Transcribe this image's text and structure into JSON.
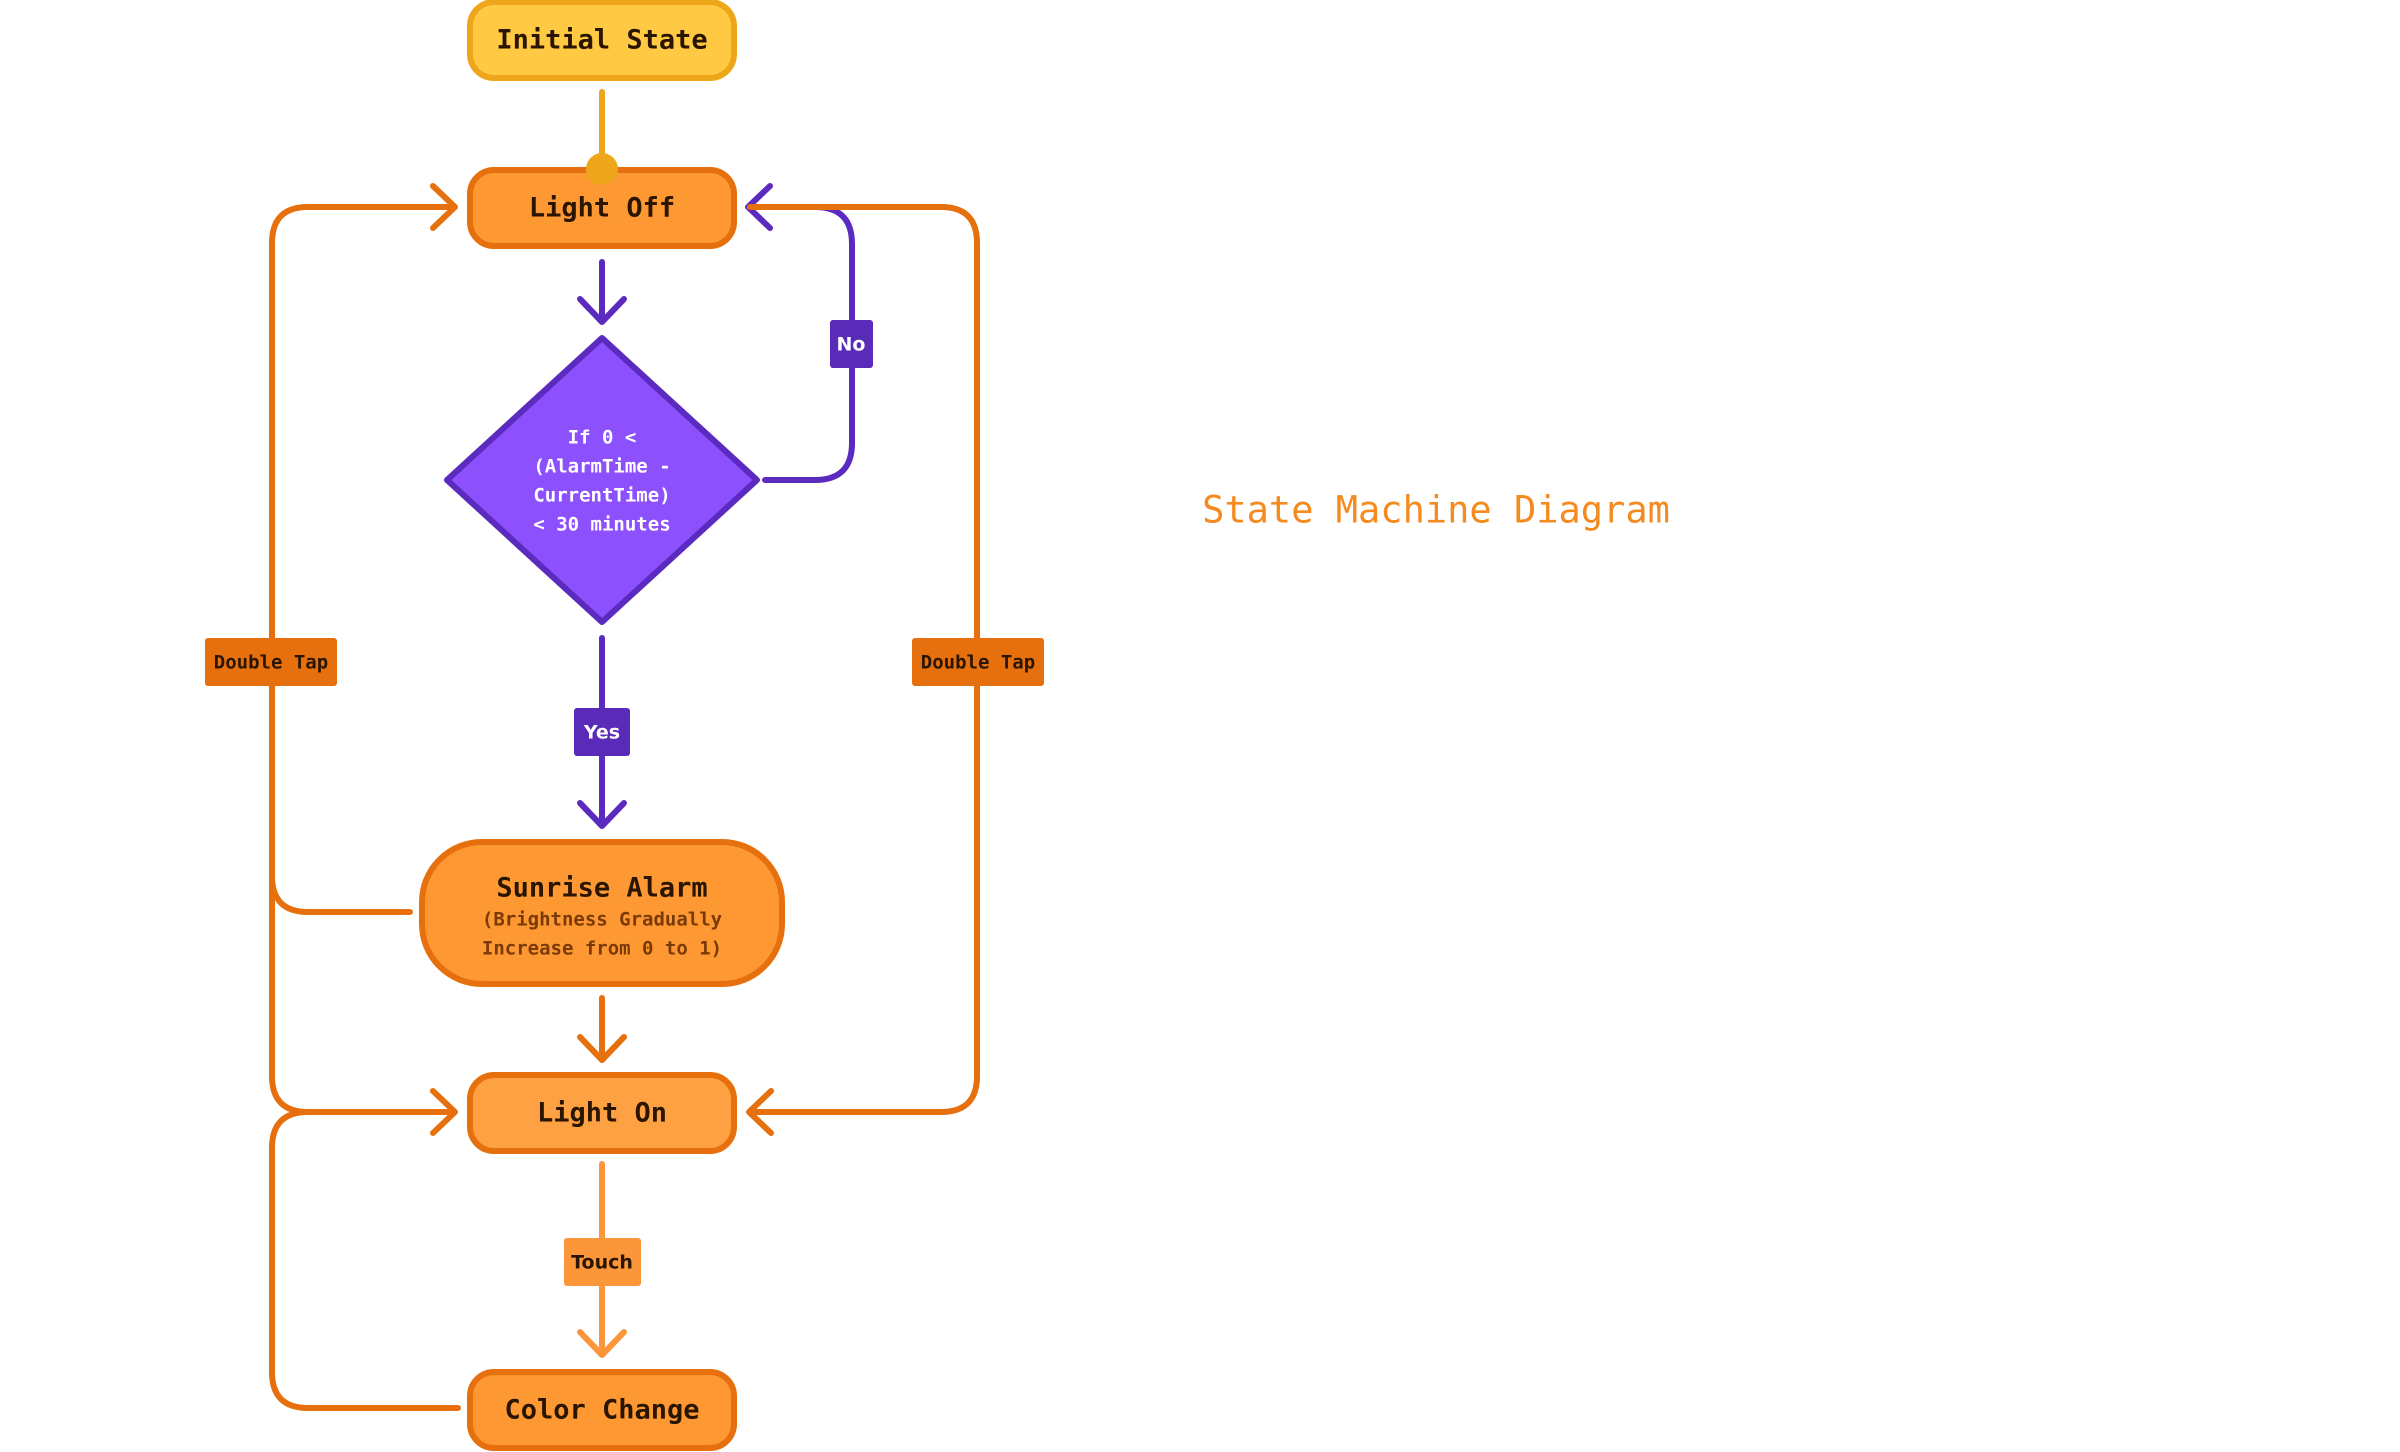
{
  "caption": "State Machine Diagram",
  "nodes": {
    "initial_state": "Initial State",
    "light_off": "Light Off",
    "condition": [
      "If 0 <",
      "(AlarmTime -",
      "CurrentTime)",
      "< 30 minutes"
    ],
    "sunrise_alarm": {
      "title": "Sunrise Alarm",
      "subtitle": [
        "(Brightness Gradually",
        "Increase from 0 to 1)"
      ]
    },
    "light_on": "Light On",
    "color_change": "Color Change"
  },
  "edge_labels": {
    "no": "No",
    "yes": "Yes",
    "double_tap_left": "Double Tap",
    "double_tap_right": "Double Tap",
    "touch": "Touch"
  },
  "colors": {
    "initial_fill": "#ffc943",
    "initial_stroke": "#eea71b",
    "state_fill": "#fd9833",
    "state_stroke": "#e5700d",
    "light_on_fill": "#fea142",
    "diamond_fill": "#8c51fd",
    "diamond_stroke": "#5b2abf",
    "decision_label": "#5a2ab9",
    "double_tap_label": "#e6700d",
    "touch_label": "#fc963b",
    "touch_line": "#fc963b",
    "caption": "#f58a1f"
  }
}
